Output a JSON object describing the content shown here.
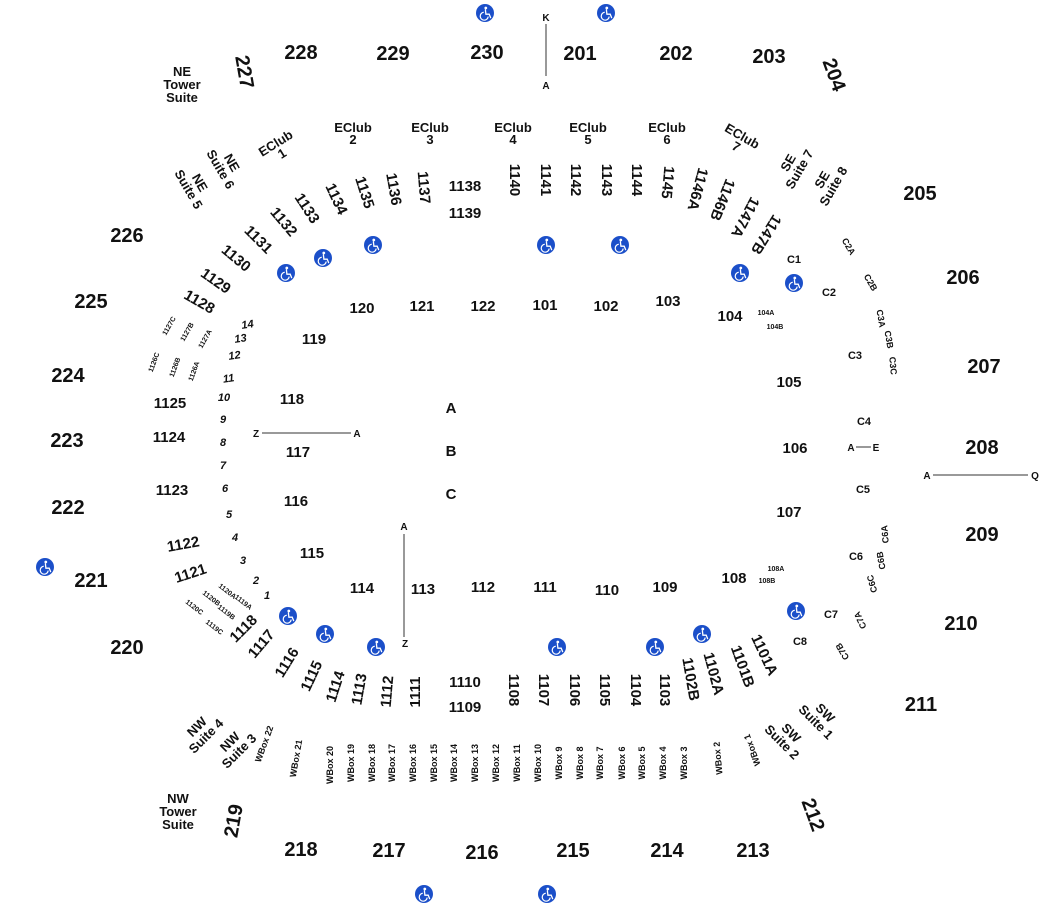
{
  "upper_sections": [
    "201",
    "202",
    "203",
    "204",
    "205",
    "206",
    "207",
    "208",
    "209",
    "210",
    "211",
    "212",
    "213",
    "214",
    "215",
    "216",
    "217",
    "218",
    "219",
    "220",
    "221",
    "222",
    "223",
    "224",
    "225",
    "226",
    "227",
    "228",
    "229",
    "230"
  ],
  "east_club": [
    "EClub 1",
    "EClub 2",
    "EClub 3",
    "EClub 4",
    "EClub 5",
    "EClub 6",
    "EClub 7"
  ],
  "suites": [
    "NE Tower Suite",
    "NE Suite 6",
    "NE Suite 5",
    "SE Suite 7",
    "SE Suite 8",
    "SW Suite 1",
    "SW Suite 2",
    "NW Suite 4",
    "NW Suite 3",
    "NW Tower Suite"
  ],
  "lower_top": [
    "1128",
    "1129",
    "1130",
    "1131",
    "1132",
    "1133",
    "1134",
    "1135",
    "1136",
    "1137",
    "1138",
    "1139",
    "1140",
    "1141",
    "1142",
    "1143",
    "1144",
    "1145",
    "1146A",
    "1146B",
    "1147A",
    "1147B"
  ],
  "lower_bottom": [
    "1101A",
    "1101B",
    "1102A",
    "1102B",
    "1103",
    "1104",
    "1105",
    "1106",
    "1107",
    "1108",
    "1109",
    "1110",
    "1111",
    "1112",
    "1113",
    "1114",
    "1115",
    "1116",
    "1117",
    "1118"
  ],
  "west_left": [
    "1127C",
    "1127B",
    "1127A",
    "1126C",
    "1126B",
    "1126A",
    "1125",
    "1124",
    "1123",
    "1122",
    "1121",
    "1120A",
    "1119A",
    "1120B",
    "1119B",
    "1120C",
    "1119C"
  ],
  "rows_west": [
    "14",
    "13",
    "12",
    "11",
    "10",
    "9",
    "8",
    "7",
    "6",
    "5",
    "4",
    "3",
    "2",
    "1"
  ],
  "wbox": [
    "WBox 1",
    "WBox 2",
    "WBox 3",
    "WBox 4",
    "WBox 5",
    "WBox 6",
    "WBox 7",
    "WBox 8",
    "WBox 9",
    "WBox 10",
    "WBox 11",
    "WBox 12",
    "WBox 13",
    "WBox 14",
    "WBox 15",
    "WBox 16",
    "WBox 17",
    "WBox 18",
    "WBox 19",
    "WBox 20",
    "WBox 21",
    "WBox 22"
  ],
  "east_c": [
    "C1",
    "C2",
    "C2A",
    "C2B",
    "C3",
    "C3A",
    "C3B",
    "C3C",
    "C4",
    "C5",
    "C6",
    "C6A",
    "C6B",
    "C6C",
    "C7",
    "C7A",
    "C7B",
    "C8"
  ],
  "floor_sections": [
    "101",
    "102",
    "103",
    "104",
    "104A",
    "104B",
    "105",
    "106",
    "107",
    "108",
    "108A",
    "108B",
    "109",
    "110",
    "111",
    "112",
    "113",
    "114",
    "115",
    "116",
    "117",
    "118",
    "119",
    "120",
    "121",
    "122"
  ],
  "floor_letters": [
    "A",
    "B",
    "C"
  ],
  "row_markers": {
    "top": [
      "K",
      "A"
    ],
    "center_left": [
      "Z",
      "A"
    ],
    "center_right": [
      "A",
      "E"
    ],
    "bottom": [
      "A",
      "Z"
    ],
    "far_right": [
      "A",
      "Q"
    ]
  },
  "icons": {
    "accessible": "wheelchair-icon",
    "accessible_color": "#1b4fc9"
  }
}
